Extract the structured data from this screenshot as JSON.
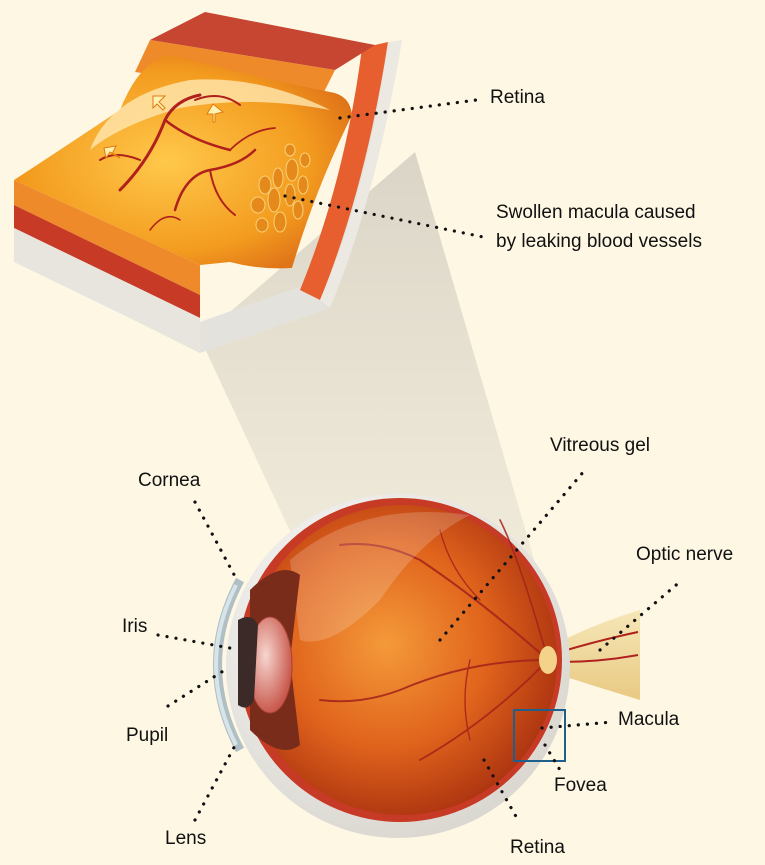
{
  "labels": {
    "retina_top": "Retina",
    "swollen_line1": "Swollen macula caused",
    "swollen_line2": "by leaking blood vessels",
    "vitreous_gel": "Vitreous gel",
    "cornea": "Cornea",
    "optic_nerve": "Optic nerve",
    "iris": "Iris",
    "pupil": "Pupil",
    "macula": "Macula",
    "fovea": "Fovea",
    "lens": "Lens",
    "retina_bottom": "Retina"
  },
  "colors": {
    "background": "#fdf7e4",
    "retina_tissue": "#f39c1f",
    "blood_vessel": "#b0201c",
    "sclera": "#f4f1ea",
    "macula_box": "#1f5f8b",
    "leader_dots": "#111111"
  }
}
